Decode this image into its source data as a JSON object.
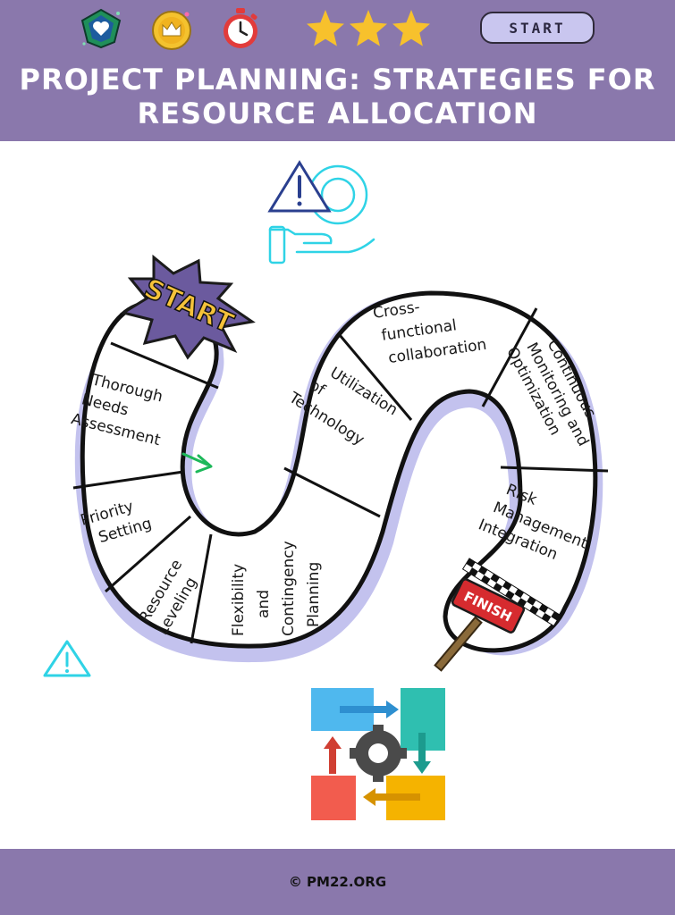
{
  "header": {
    "title_line1": "PROJECT PLANNING: STRATEGIES FOR",
    "title_line2": "RESOURCE ALLOCATION",
    "start_button": "START",
    "hud_icons": [
      "heart-gem-icon",
      "crown-coin-icon",
      "stopwatch-icon"
    ],
    "stars": 3
  },
  "board": {
    "start_sticker": "START",
    "finish_sign": "FINISH",
    "tiles": [
      {
        "lines": [
          "Thorough",
          "Needs",
          "Assessment"
        ]
      },
      {
        "lines": [
          "Priority",
          "Setting"
        ]
      },
      {
        "lines": [
          "Resource",
          "Leveling"
        ]
      },
      {
        "lines": [
          "Flexibility",
          "and",
          "Contingency",
          "Planning"
        ]
      },
      {
        "lines": [
          "Utilization",
          "of",
          "Technology"
        ]
      },
      {
        "lines": [
          "Cross-",
          "functional",
          "collaboration"
        ]
      },
      {
        "lines": [
          "Continuous",
          "Monitoring and",
          "Optimization"
        ]
      },
      {
        "lines": [
          "Risk",
          "Management",
          "Integration"
        ]
      }
    ]
  },
  "decor_icons": [
    "warning-gear-hand-icon",
    "warning-triangle-icon",
    "puzzle-gear-icon"
  ],
  "colors": {
    "header": "#8a78ac",
    "path_shadow": "#c3c2ee",
    "start_button": "#c9c6ef",
    "star": "#f7c12c",
    "icon_cyan": "#2fd3e6",
    "finish_red": "#d62b2f"
  },
  "footer": {
    "text": "© PM22.ORG"
  }
}
